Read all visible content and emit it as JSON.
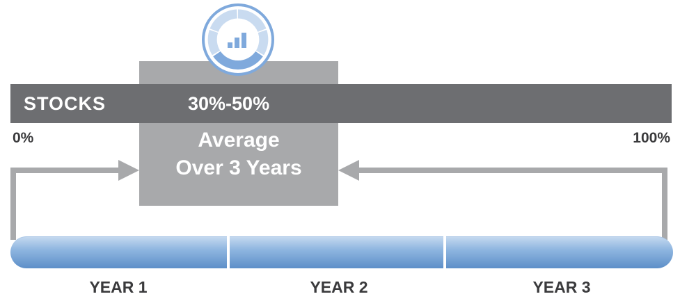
{
  "stocks_bar": {
    "label": "STOCKS",
    "range": "30%-50%"
  },
  "scale": {
    "min_label": "0%",
    "max_label": "100%"
  },
  "average_box": {
    "line1": "Average",
    "line2": "Over 3 Years"
  },
  "years": [
    {
      "label": "YEAR 1"
    },
    {
      "label": "YEAR 2"
    },
    {
      "label": "YEAR 3"
    }
  ],
  "icon": {
    "name": "bar-chart-circle-icon",
    "accent_color": "#7fa9dc"
  },
  "colors": {
    "bar": "#6d6e71",
    "box": "#a8a9ab",
    "arrow": "#a8a9ab",
    "timeline": "#8fb6e0",
    "text_dark": "#3a3a3c"
  }
}
